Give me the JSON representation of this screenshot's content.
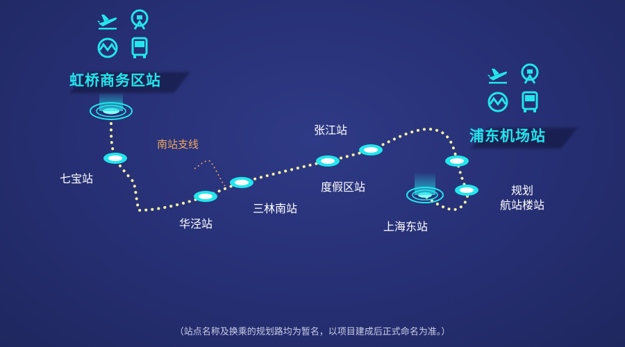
{
  "colors": {
    "accent": "#22e6ec",
    "route_dots": "#f4f3a2",
    "branch": "#f0a860",
    "background": "#262f73"
  },
  "stations": {
    "hongqiao": "虹桥商务区站",
    "qibao": "七宝站",
    "huajing": "华泾站",
    "sanlin_nan": "三林南站",
    "dujia": "度假区站",
    "zhangjiang": "张江站",
    "shanghai_dong": "上海东站",
    "pudong": "浦东机场站",
    "planned_line1": "规划",
    "planned_line2": "航站楼站"
  },
  "branch_label": "南站支线",
  "transfer_icons": [
    "airplane-icon",
    "railway-icon",
    "metro-icon",
    "bus-icon"
  ],
  "footnote": "（站点名称及换乘的规划路均为暂名，以项目建成后正式命名为准。）"
}
